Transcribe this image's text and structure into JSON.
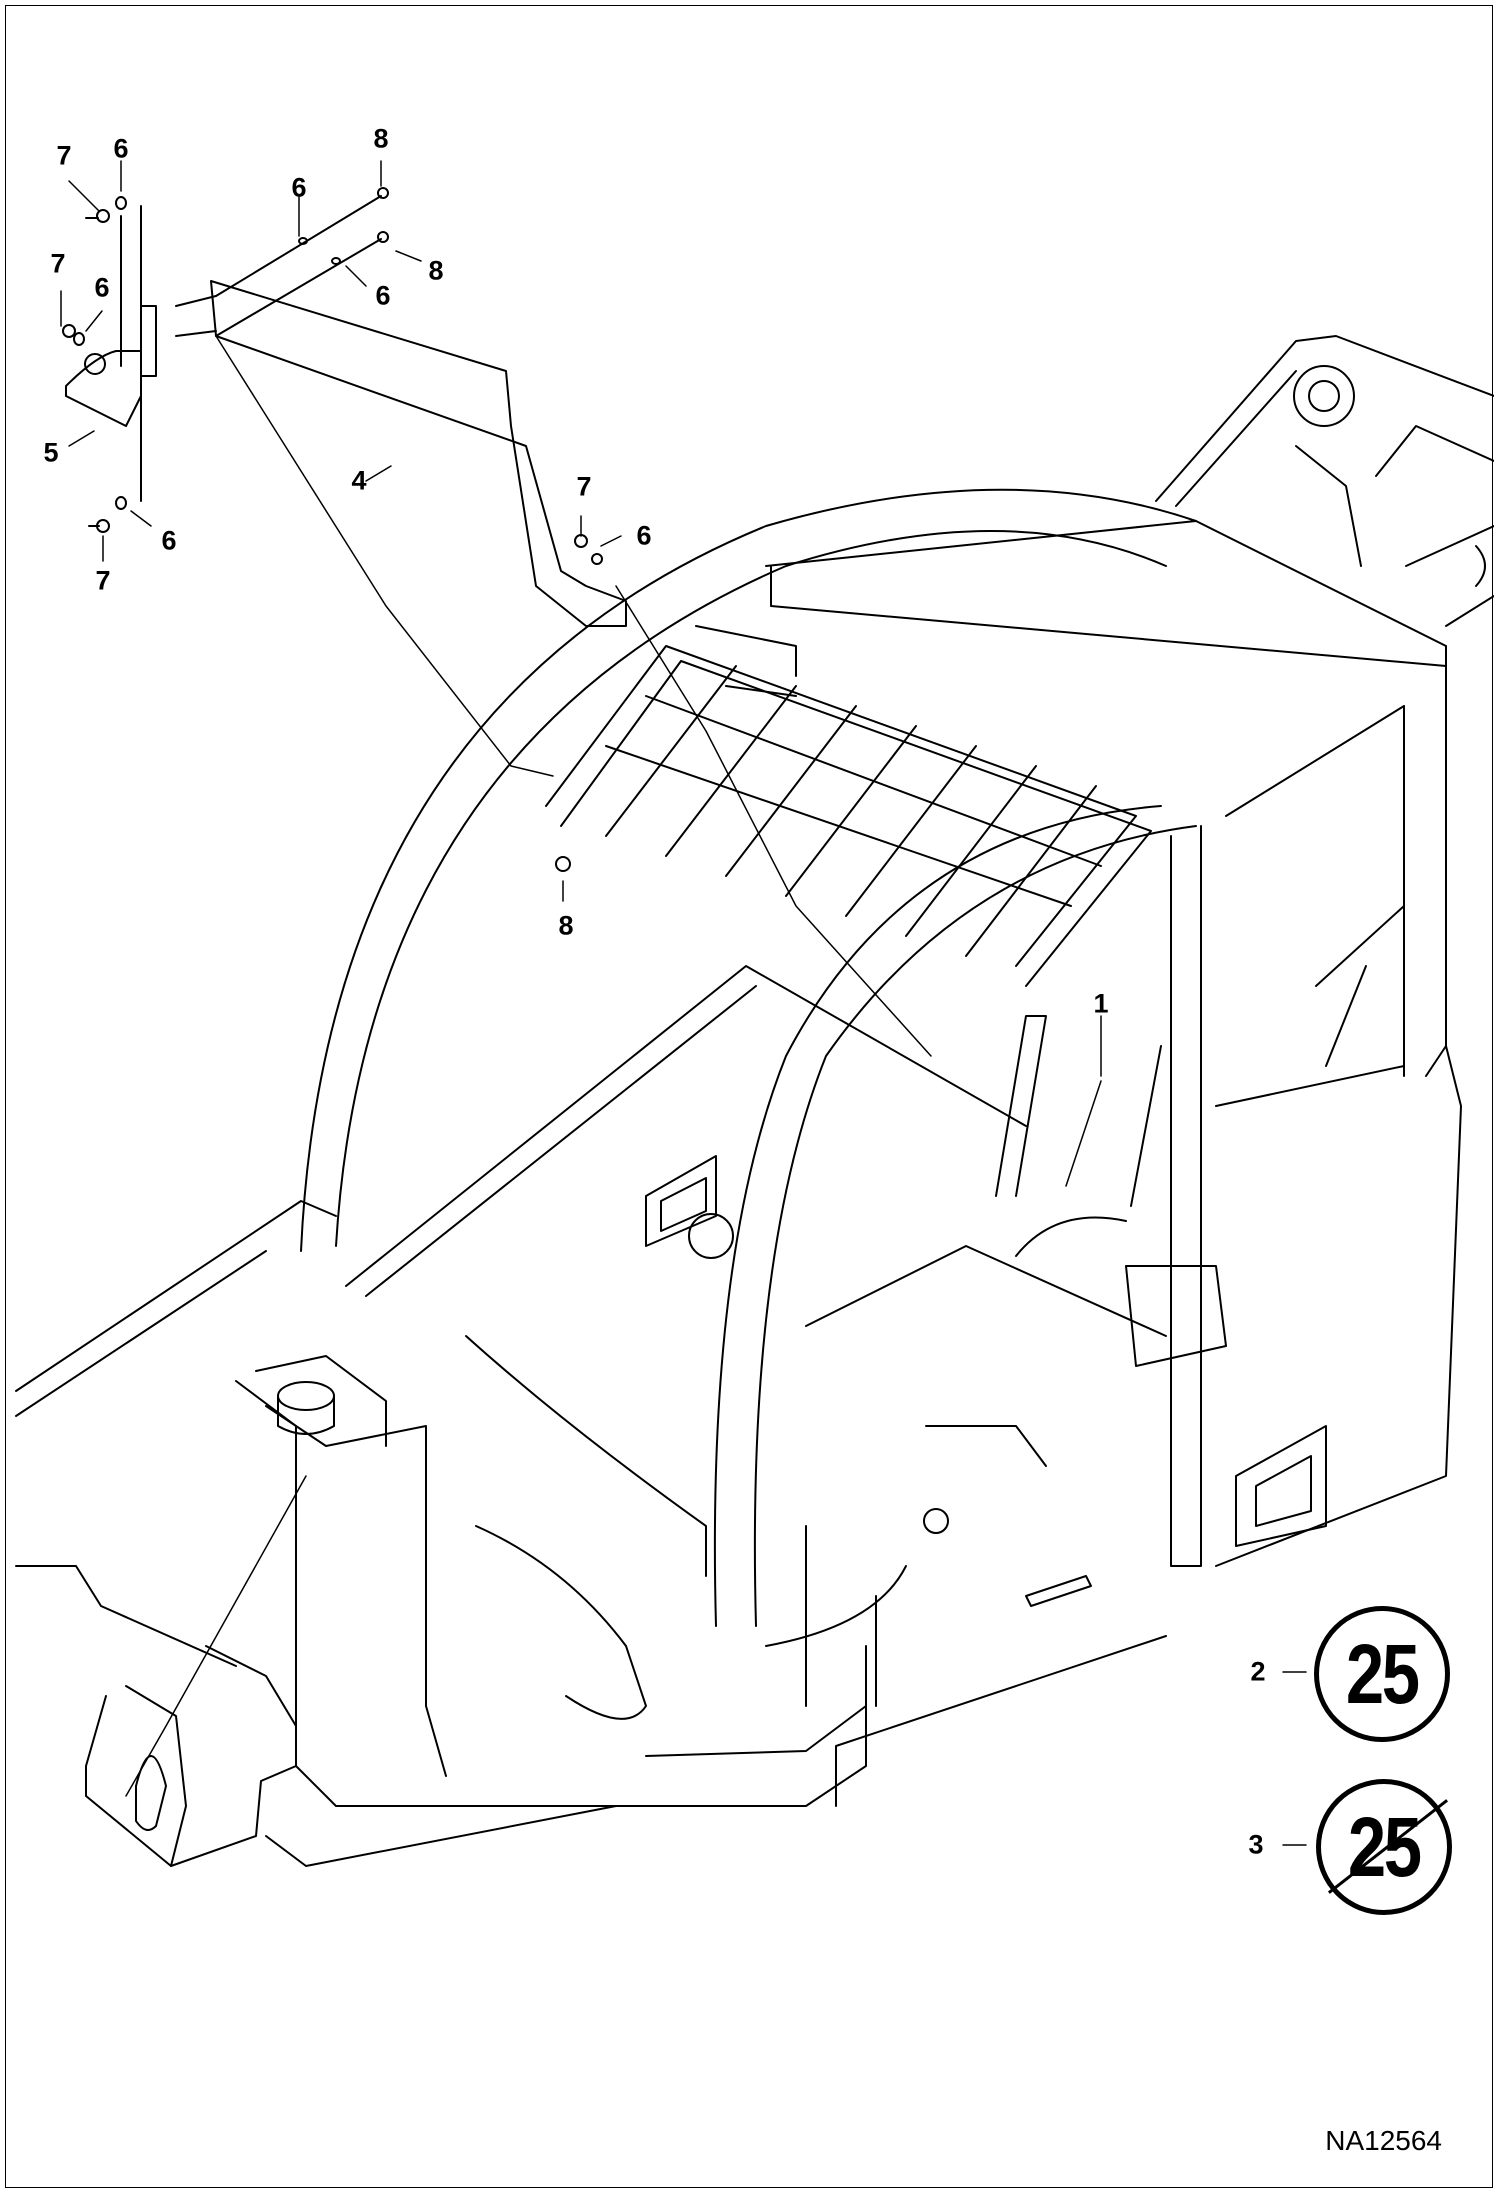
{
  "callouts": [
    {
      "id": "c-7a",
      "text": "7"
    },
    {
      "id": "c-6a",
      "text": "6"
    },
    {
      "id": "c-8a",
      "text": "8"
    },
    {
      "id": "c-6b",
      "text": "6"
    },
    {
      "id": "c-7b",
      "text": "7"
    },
    {
      "id": "c-6c",
      "text": "6"
    },
    {
      "id": "c-8b",
      "text": "8"
    },
    {
      "id": "c-6d",
      "text": "6"
    },
    {
      "id": "c-5",
      "text": "5"
    },
    {
      "id": "c-4",
      "text": "4"
    },
    {
      "id": "c-7c",
      "text": "7"
    },
    {
      "id": "c-6e",
      "text": "6"
    },
    {
      "id": "c-6f",
      "text": "6"
    },
    {
      "id": "c-7d",
      "text": "7"
    },
    {
      "id": "c-8c",
      "text": "8"
    },
    {
      "id": "c-1",
      "text": "1"
    },
    {
      "id": "c-2",
      "text": "2"
    },
    {
      "id": "c-3",
      "text": "3"
    }
  ],
  "speed_sign_restriction": {
    "number": "25"
  },
  "speed_sign_end_restriction": {
    "number": "25"
  },
  "drawing_id": "NA12564"
}
